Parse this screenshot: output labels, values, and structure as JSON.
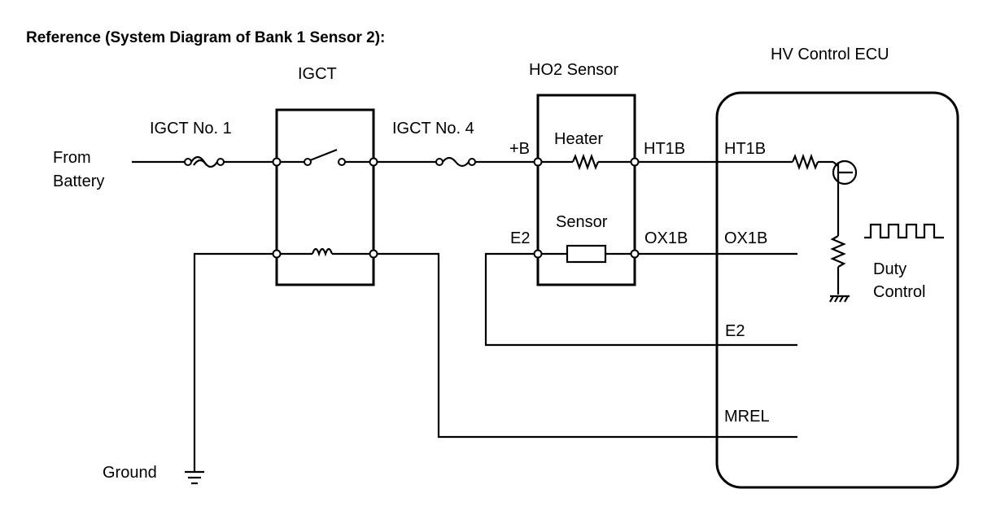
{
  "title": "Reference (System Diagram of Bank 1 Sensor 2):",
  "components": {
    "igct_relay": "IGCT",
    "ho2_sensor": "HO2 Sensor",
    "ecu": "HV Control ECU",
    "heater": "Heater",
    "sensor": "Sensor"
  },
  "fuses": {
    "igct_no1": "IGCT No. 1",
    "igct_no4": "IGCT No. 4"
  },
  "source": {
    "line1": "From",
    "line2": "Battery"
  },
  "ground": "Ground",
  "sensor_terminals": {
    "plus_b": "+B",
    "ht1b": "HT1B",
    "e2": "E2",
    "ox1b": "OX1B"
  },
  "ecu_terminals": {
    "ht1b": "HT1B",
    "ox1b": "OX1B",
    "e2": "E2",
    "mrel": "MREL"
  },
  "duty_control": {
    "line1": "Duty",
    "line2": "Control"
  }
}
